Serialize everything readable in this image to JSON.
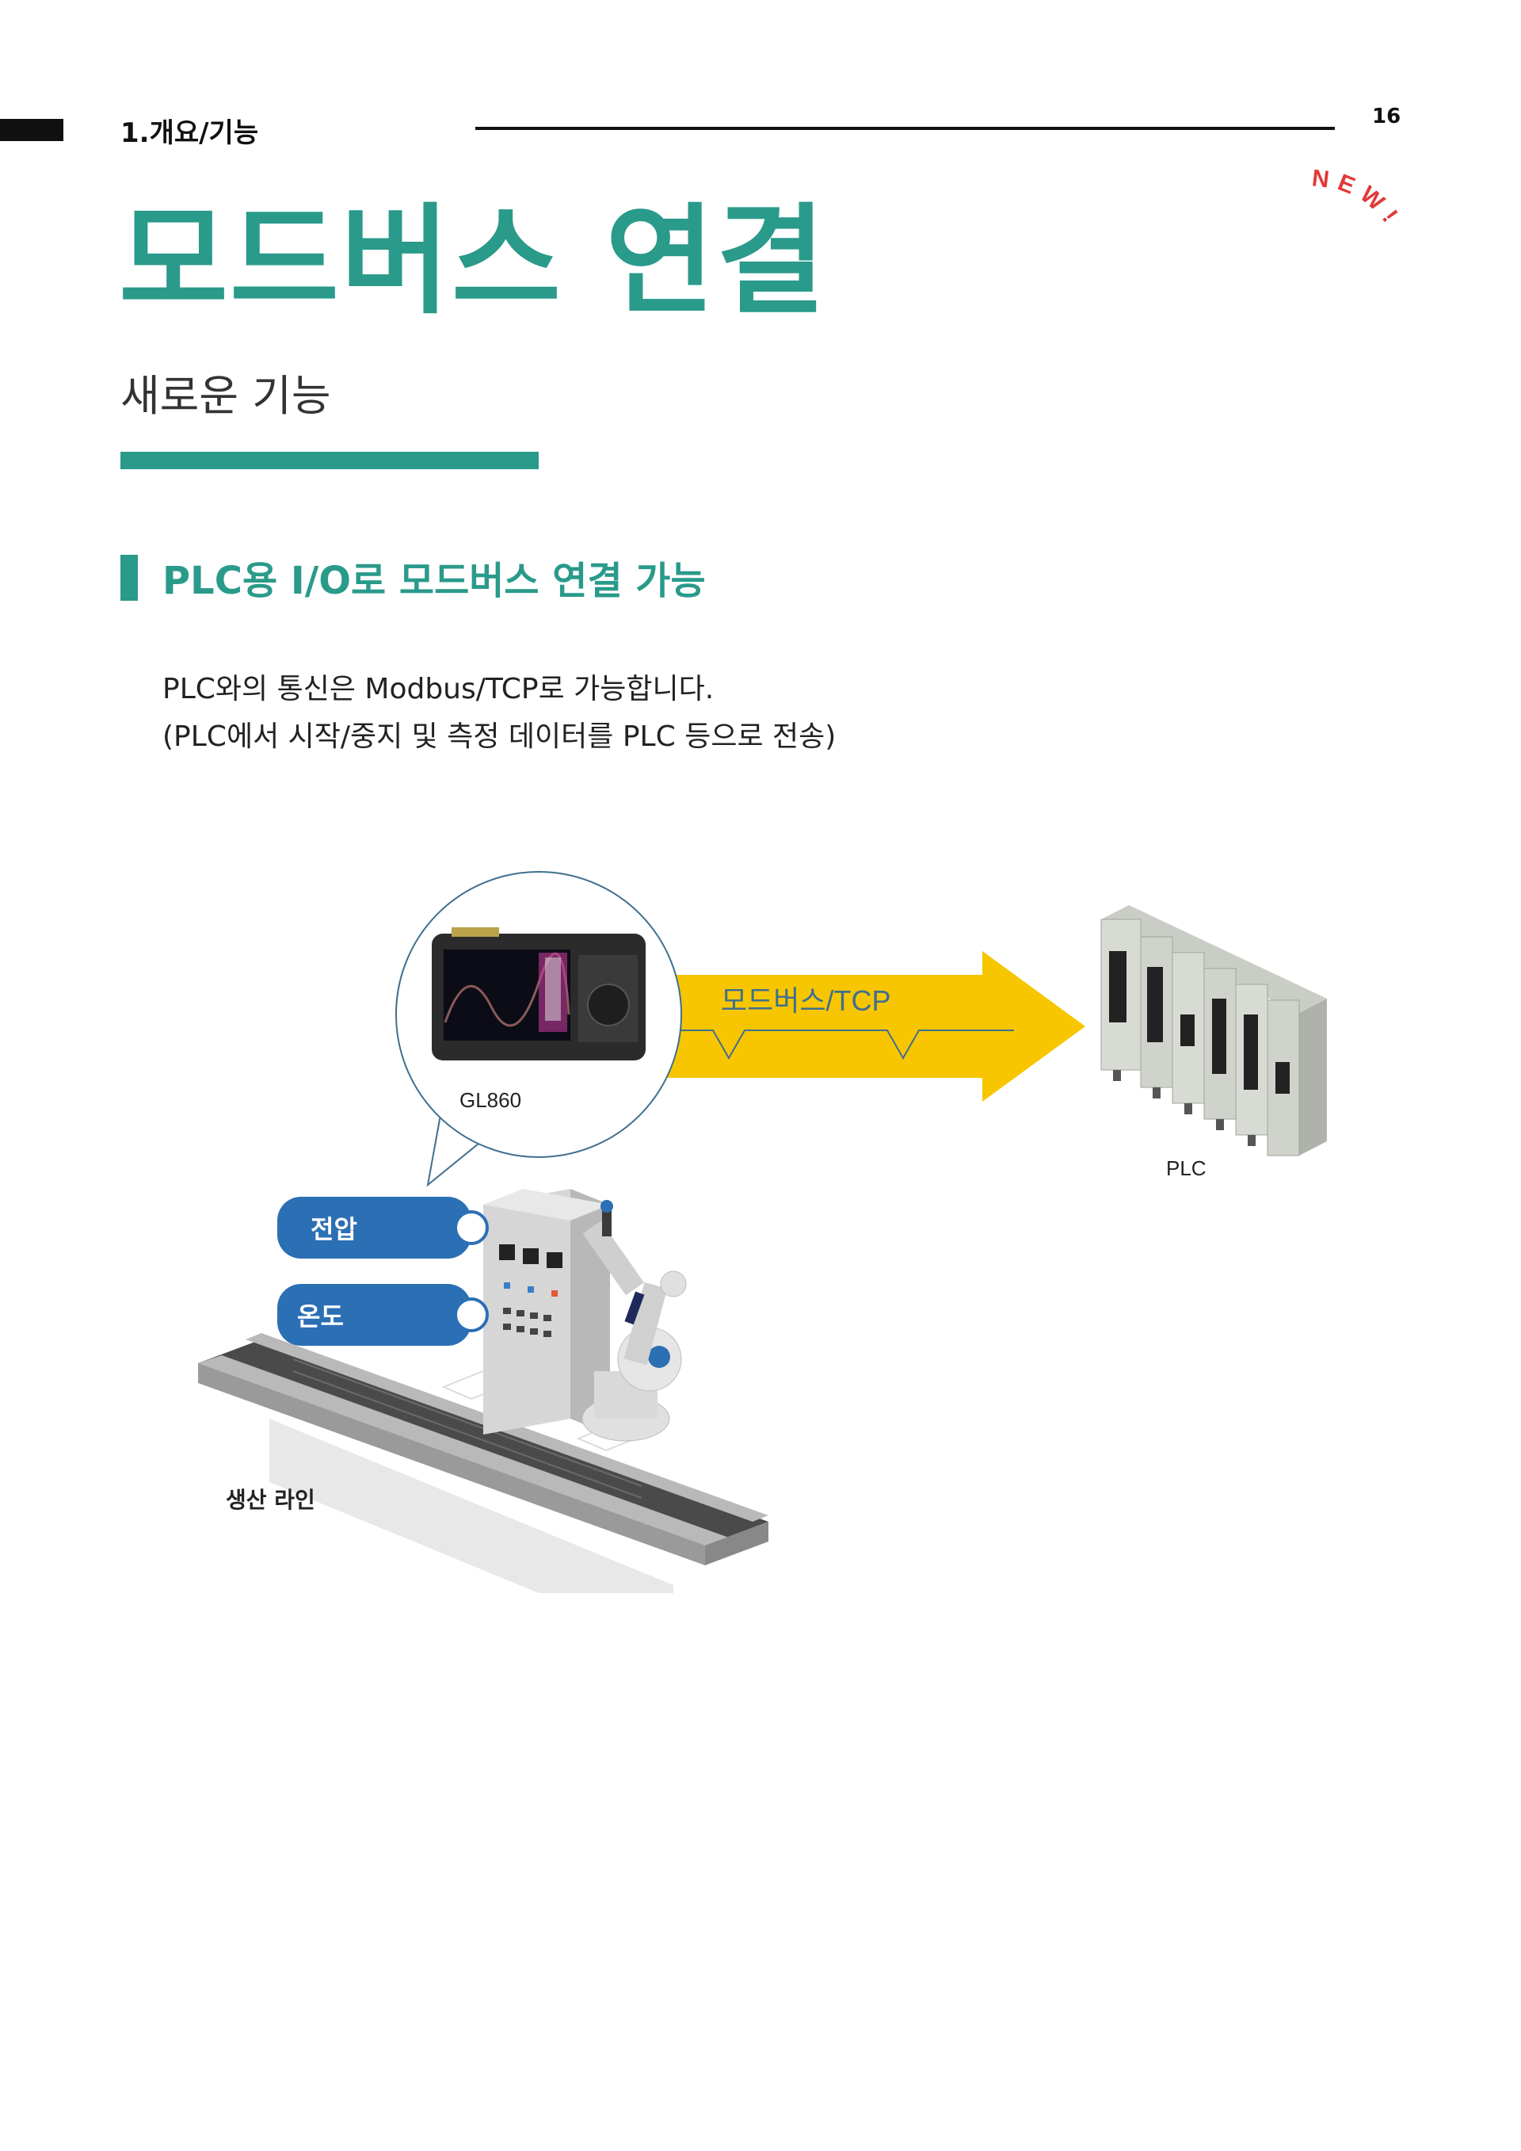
{
  "header": {
    "section": "1.개요/기능",
    "page_number": "16",
    "badge": "NEW!"
  },
  "title": "모드버스 연결",
  "subtitle": "새로운 기능",
  "section_heading": "PLC용 I/O로 모드버스 연결 가능",
  "body": [
    "PLC와의 통신은 Modbus/TCP로 가능합니다.",
    "(PLC에서 시작/중지 및 측정 데이터를 PLC 등으로 전송)"
  ],
  "diagram": {
    "device_label": "GL860",
    "arrow_label": "모드버스/TCP",
    "plc_label": "PLC",
    "signals": [
      "전압",
      "온도"
    ],
    "line_label": "생산 라인"
  },
  "colors": {
    "accent": "#2a9a8a",
    "arrow": "#f7c600",
    "signal": "#2b6fb5",
    "badge": "#e03a3a"
  }
}
